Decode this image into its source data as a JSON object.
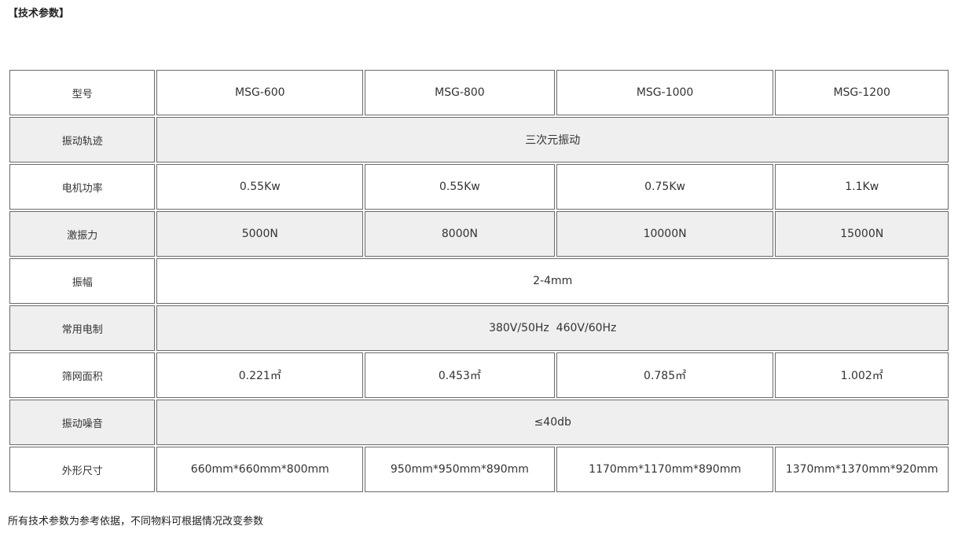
{
  "section_title": "【技术参数】",
  "table": {
    "rows": [
      {
        "label": "型号",
        "cells": [
          "MSG-600",
          "MSG-800",
          "MSG-1000",
          "MSG-1200"
        ]
      },
      {
        "label": "振动轨迹",
        "merged": "三次元振动"
      },
      {
        "label": "电机功率",
        "cells": [
          "0.55Kw",
          "0.55Kw",
          "0.75Kw",
          "1.1Kw"
        ]
      },
      {
        "label": "激振力",
        "cells": [
          "5000N",
          "8000N",
          "10000N",
          "15000N"
        ]
      },
      {
        "label": "振幅",
        "merged": "2-4mm"
      },
      {
        "label": "常用电制",
        "merged": "380V/50Hz  460V/60Hz"
      },
      {
        "label": "筛网面积",
        "cells": [
          "0.221㎡",
          "0.453㎡",
          "0.785㎡",
          "1.002㎡"
        ]
      },
      {
        "label": "振动噪音",
        "merged": "≤40db"
      },
      {
        "label": "外形尺寸",
        "cells": [
          "660mm*660mm*800mm",
          "950mm*950mm*890mm",
          "1170mm*1170mm*890mm",
          "1370mm*1370mm*920mm"
        ]
      }
    ]
  },
  "footnote": "所有技术参数为参考依据，不同物料可根据情况改变参数",
  "colors": {
    "shade_row": "#efefef",
    "border": "#6a6a6a",
    "text": "#333333"
  }
}
